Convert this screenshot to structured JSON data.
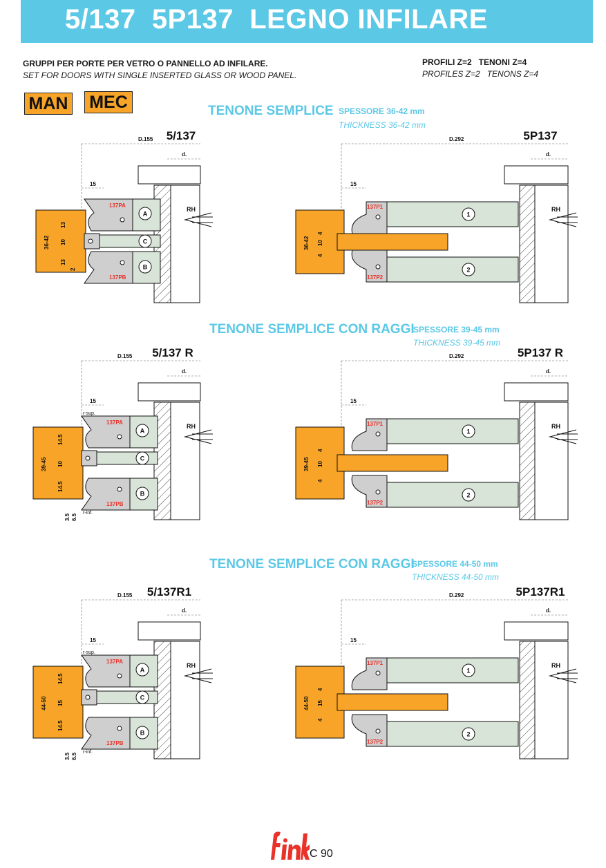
{
  "header": {
    "title": "5/137  5P137  LEGNO INFILARE",
    "subtitle_it": "GRUPPI PER PORTE PER VETRO O PANNELLO AD INFILARE.",
    "subtitle_en": "SET FOR DOORS WITH SINGLE INSERTED GLASS OR WOOD PANEL.",
    "profiles_it": "PROFILI Z=2   TENONI Z=4",
    "profiles_en": "PROFILES Z=2   TENONS Z=4"
  },
  "badges": {
    "man": "MAN",
    "mec": "MEC"
  },
  "sections": [
    {
      "title": "TENONE SEMPLICE",
      "thickness_it": "SPESSORE 36-42 mm",
      "thickness_en": "THICKNESS 36-42 mm",
      "left": {
        "code": "5/137",
        "diameter": "D.155",
        "d_label": "d.",
        "offset": "15",
        "height": "36-42",
        "dims": [
          "13",
          "10",
          "13",
          "2"
        ],
        "cutters": [
          "137PA",
          "137PB"
        ],
        "circles": [
          "A",
          "C",
          "B"
        ],
        "rh": "RH"
      },
      "right": {
        "code": "5P137",
        "diameter": "D.292",
        "d_label": "d.",
        "offset": "15",
        "height": "36-42",
        "dims": [
          "4",
          "10",
          "4"
        ],
        "cutters": [
          "137P1",
          "137P2"
        ],
        "circles": [
          "1",
          "2"
        ],
        "rh": "RH"
      }
    },
    {
      "title": "TENONE SEMPLICE CON RAGGI",
      "thickness_it": "SPESSORE 39-45 mm",
      "thickness_en": "THICKNESS 39-45 mm",
      "left": {
        "code": "5/137 R",
        "diameter": "D.155",
        "d_label": "d.",
        "offset": "15",
        "height": "39-45",
        "dims": [
          "14.5",
          "10",
          "14.5"
        ],
        "extra": [
          "3.5",
          "6.5"
        ],
        "r_sup": "r-sup.",
        "r_inf": "r-inf.",
        "cutters": [
          "137PA",
          "137PB"
        ],
        "circles": [
          "A",
          "C",
          "B"
        ],
        "rh": "RH"
      },
      "right": {
        "code": "5P137 R",
        "diameter": "D.292",
        "d_label": "d.",
        "offset": "15",
        "height": "39-45",
        "dims": [
          "4",
          "10",
          "4"
        ],
        "cutters": [
          "137P1",
          "137P2"
        ],
        "circles": [
          "1",
          "2"
        ],
        "rh": "RH"
      }
    },
    {
      "title": "TENONE SEMPLICE CON RAGGI",
      "thickness_it": "SPESSORE 44-50 mm",
      "thickness_en": "THICKNESS 44-50 mm",
      "left": {
        "code": "5/137R1",
        "diameter": "D.155",
        "d_label": "d.",
        "offset": "15",
        "height": "44-50",
        "dims": [
          "14.5",
          "15",
          "14.5"
        ],
        "extra": [
          "3.5",
          "6.5"
        ],
        "r_sup": "r-sup.",
        "r_inf": "r-inf.",
        "cutters": [
          "137PA",
          "137PB"
        ],
        "circles": [
          "A",
          "C",
          "B"
        ],
        "rh": "RH"
      },
      "right": {
        "code": "5P137R1",
        "diameter": "D.292",
        "d_label": "d.",
        "offset": "15",
        "height": "44-50",
        "dims": [
          "4",
          "15",
          "4"
        ],
        "cutters": [
          "137P1",
          "137P2"
        ],
        "circles": [
          "1",
          "2"
        ],
        "rh": "RH"
      }
    }
  ],
  "footer": {
    "logo": "fink",
    "page": "C 90"
  },
  "colors": {
    "banner": "#5bc8e6",
    "orange": "#f7a428",
    "cutter_grey": "#cfcfcf",
    "spacer_green": "#d8e4d8",
    "red_label": "#e8322a"
  }
}
